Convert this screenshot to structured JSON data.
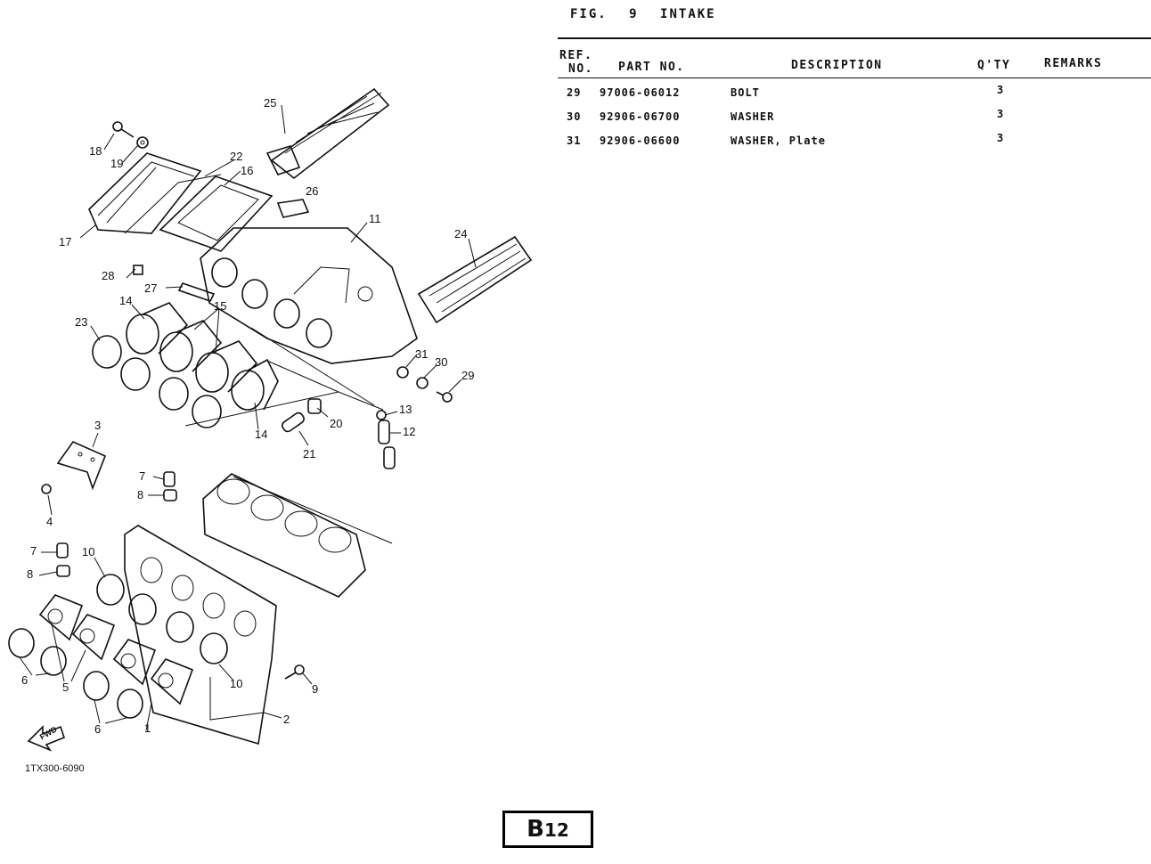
{
  "figure": {
    "label": "FIG.",
    "number": "9",
    "title": "INTAKE"
  },
  "table": {
    "headers": {
      "ref_no_line1": "REF.",
      "ref_no_line2": "NO.",
      "part_no": "PART NO.",
      "description": "DESCRIPTION",
      "qty": "Q'TY",
      "remarks": "REMARKS"
    },
    "rows": [
      {
        "ref": "29",
        "part_no": "97006-06012",
        "description": "BOLT",
        "qty": "3",
        "remarks": ""
      },
      {
        "ref": "30",
        "part_no": "92906-06700",
        "description": "WASHER",
        "qty": "3",
        "remarks": ""
      },
      {
        "ref": "31",
        "part_no": "92906-06600",
        "description": "WASHER, Plate",
        "qty": "3",
        "remarks": ""
      }
    ]
  },
  "diagram": {
    "code": "1TX300-6090",
    "fwd_label": "FWD",
    "callouts": [
      "25",
      "18",
      "19",
      "22",
      "16",
      "26",
      "11",
      "17",
      "24",
      "28",
      "27",
      "14",
      "15",
      "23",
      "31",
      "30",
      "29",
      "13",
      "12",
      "20",
      "21",
      "14",
      "3",
      "7",
      "8",
      "4",
      "7",
      "8",
      "10",
      "10",
      "5",
      "6",
      "6",
      "1",
      "9",
      "2"
    ]
  },
  "page": {
    "badge_main": "B",
    "badge_sub": "12"
  }
}
